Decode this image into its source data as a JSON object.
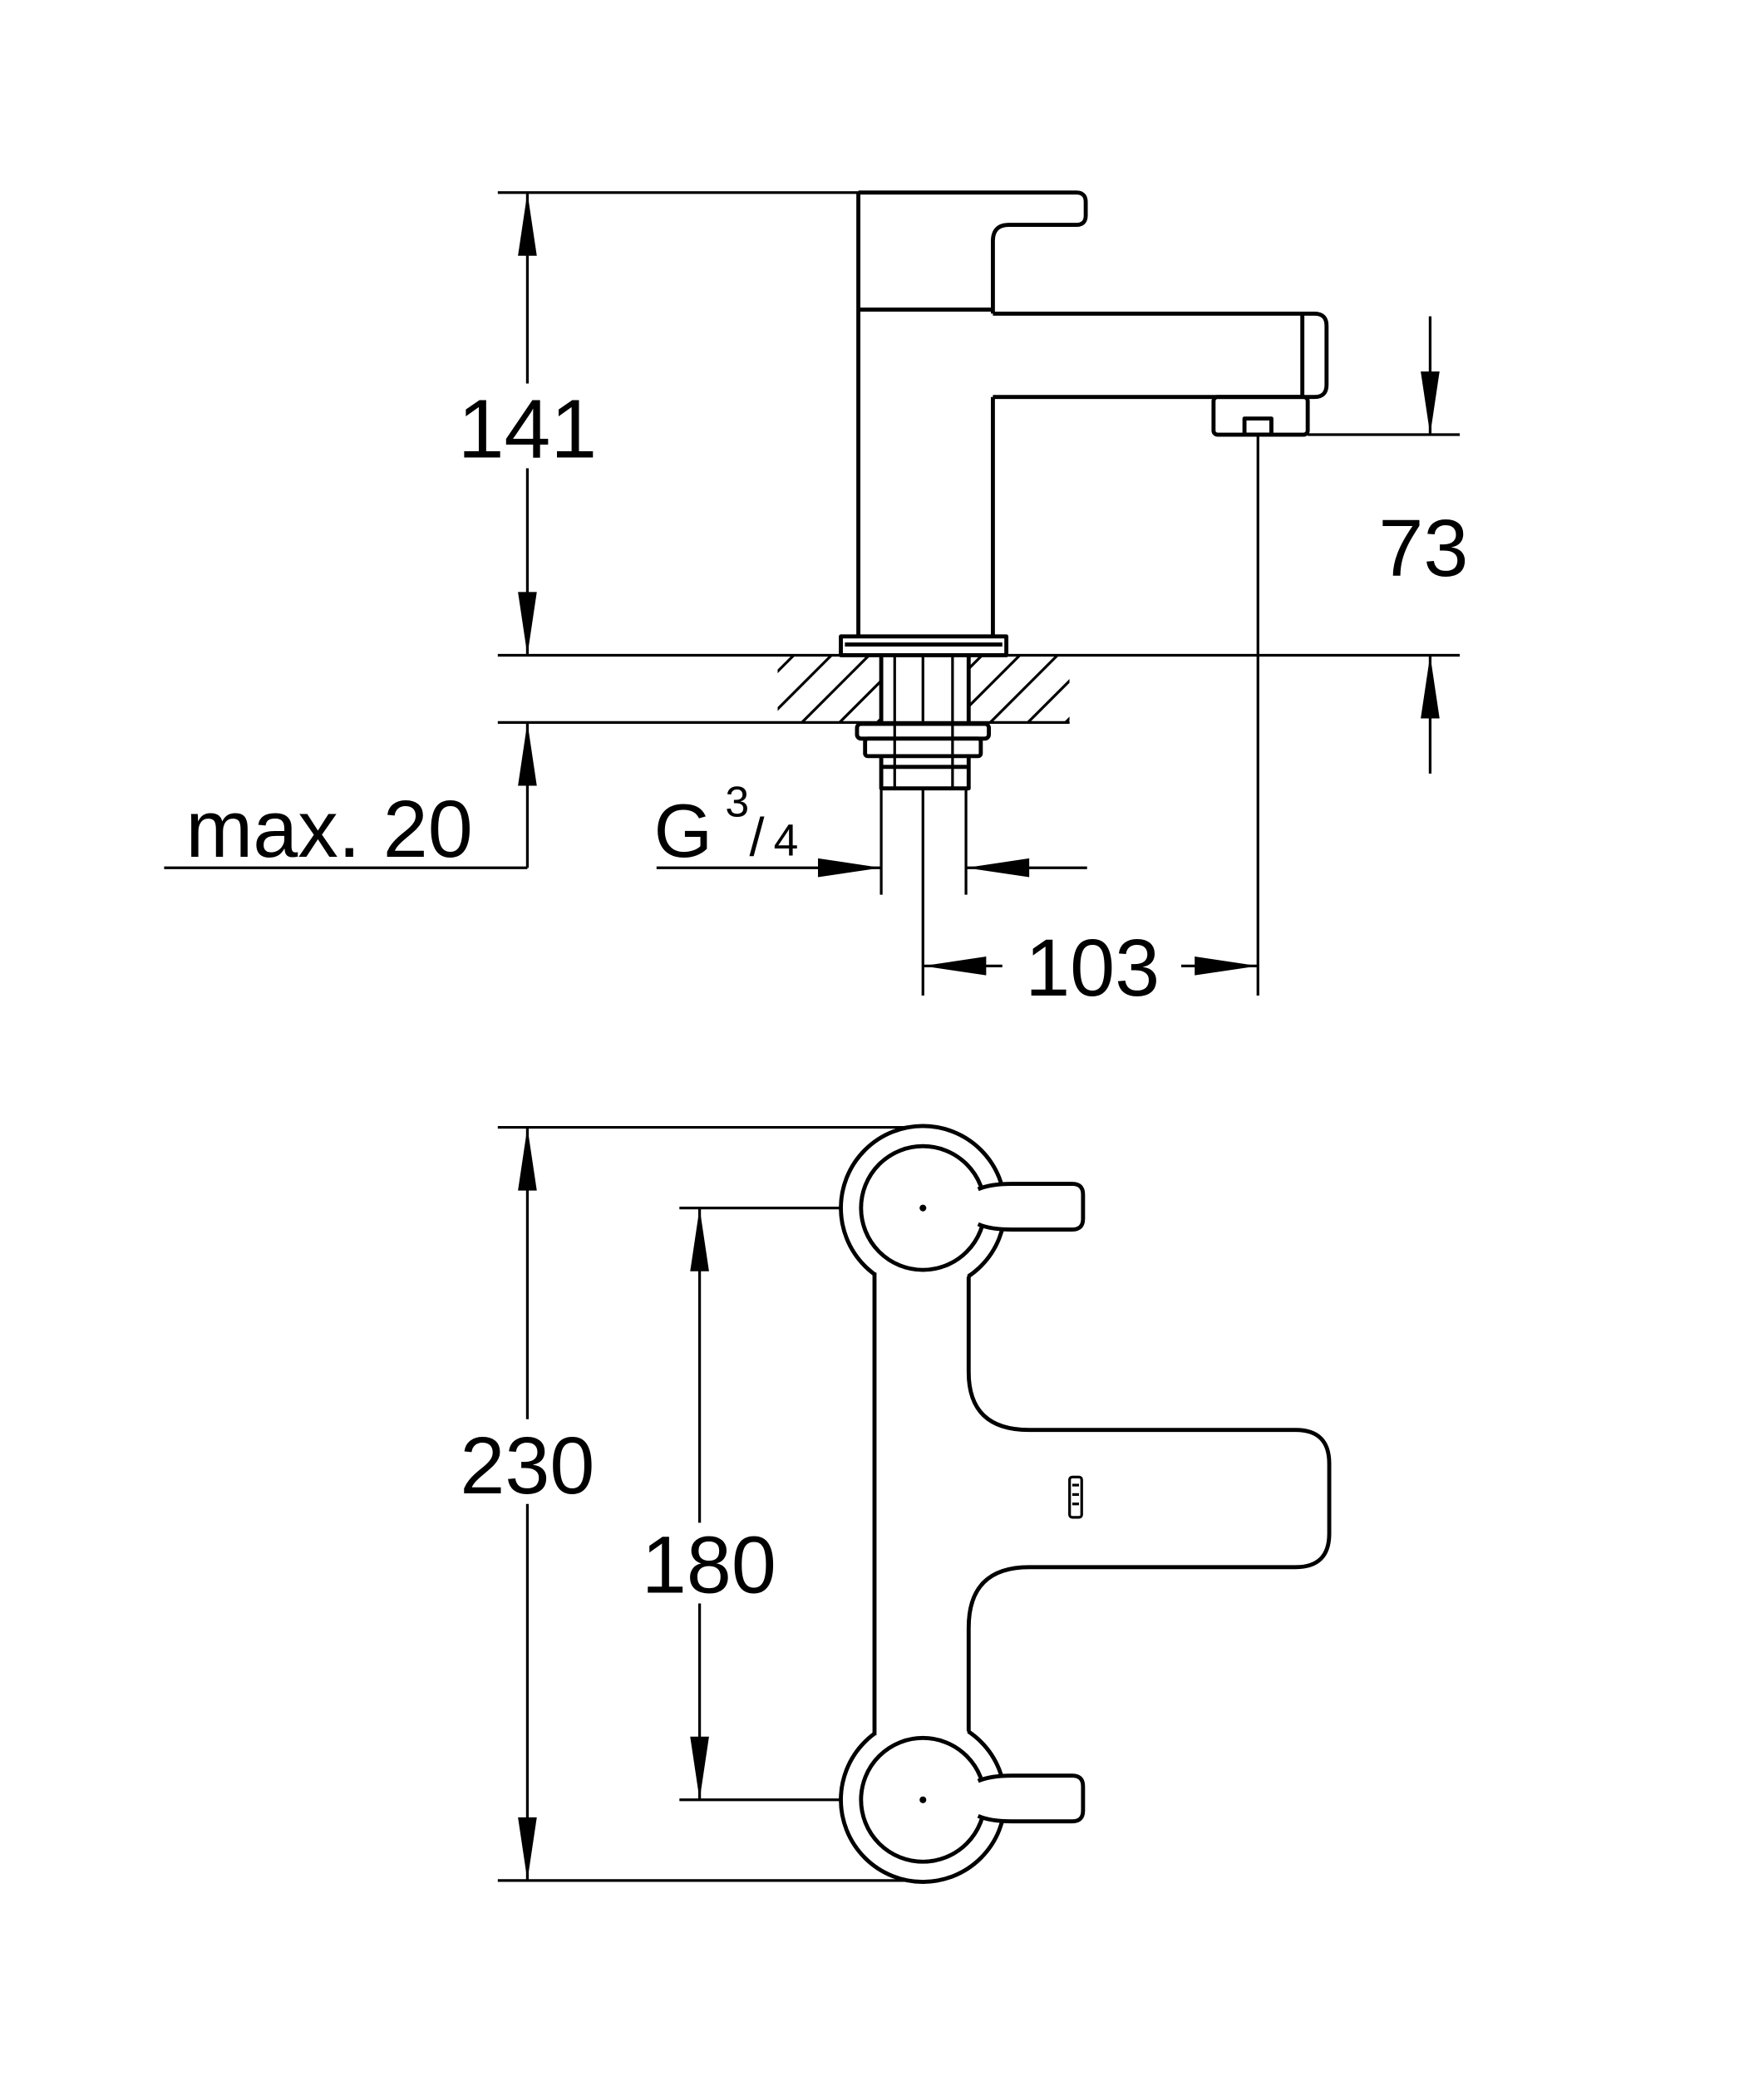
{
  "side_view": {
    "total_height": "141",
    "outlet_height": "73",
    "deck_thickness": "max. 20",
    "connection_thread": {
      "letter": "G",
      "numerator": "3",
      "slash": "/",
      "denominator": "4"
    },
    "outlet_projection": "103"
  },
  "plan_view": {
    "total_width": "230",
    "centre_distance": "180"
  },
  "colors": {
    "line": "#000000",
    "background": "#ffffff"
  }
}
